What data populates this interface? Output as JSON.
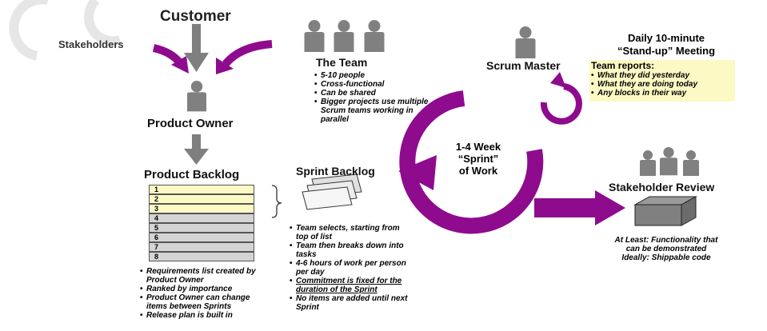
{
  "customer": "Customer",
  "stakeholders": "Stakeholders",
  "product_owner": "Product Owner",
  "product_backlog": {
    "title": "Product Backlog",
    "rows": [
      "1",
      "2",
      "3",
      "4",
      "5",
      "6",
      "7",
      "8"
    ],
    "notes": [
      "Requirements list created by Product Owner",
      "Ranked by importance",
      "Product Owner can change items between Sprints",
      "Release plan is built in"
    ]
  },
  "team": {
    "title": "The Team",
    "notes": [
      "5-10 people",
      "Cross-functional",
      "Can be shared",
      "Bigger projects use multiple Scrum teams working in parallel"
    ]
  },
  "sprint_backlog": {
    "title": "Sprint Backlog",
    "notes": [
      "Team selects, starting from top of list",
      "Team then breaks down into tasks",
      "4-6 hours of work per person per day",
      "Commitment is fixed for the duration of the Sprint",
      "No items are added until next Sprint"
    ]
  },
  "sprint": {
    "line1": "1-4 Week",
    "line2": "“Sprint”",
    "line3": "of Work"
  },
  "scrum_master": "Scrum Master",
  "standup": {
    "title_line1": "Daily 10-minute",
    "title_line2": "“Stand-up” Meeting",
    "reports_title": "Team reports:",
    "reports": [
      "What they did yesterday",
      "What they are doing today",
      "Any blocks in their way"
    ],
    "highlight_color": "#fdf9c4"
  },
  "stakeholder_review": {
    "title": "Stakeholder Review",
    "note_line1": "At Least: Functionality that",
    "note_line2": "can be demonstrated",
    "note_line3": "Ideally: Shippable code"
  },
  "colors": {
    "purple": "#8e0b8e",
    "gray_arrow": "#7f7f7f",
    "person": "#808080",
    "highlight": "#fdf9c4",
    "backlog_gray": "#d4d4d4"
  },
  "icons": [
    "person-icon",
    "arrow-icon",
    "sprint-cycle-icon",
    "box-icon",
    "stacked-pages-icon"
  ]
}
